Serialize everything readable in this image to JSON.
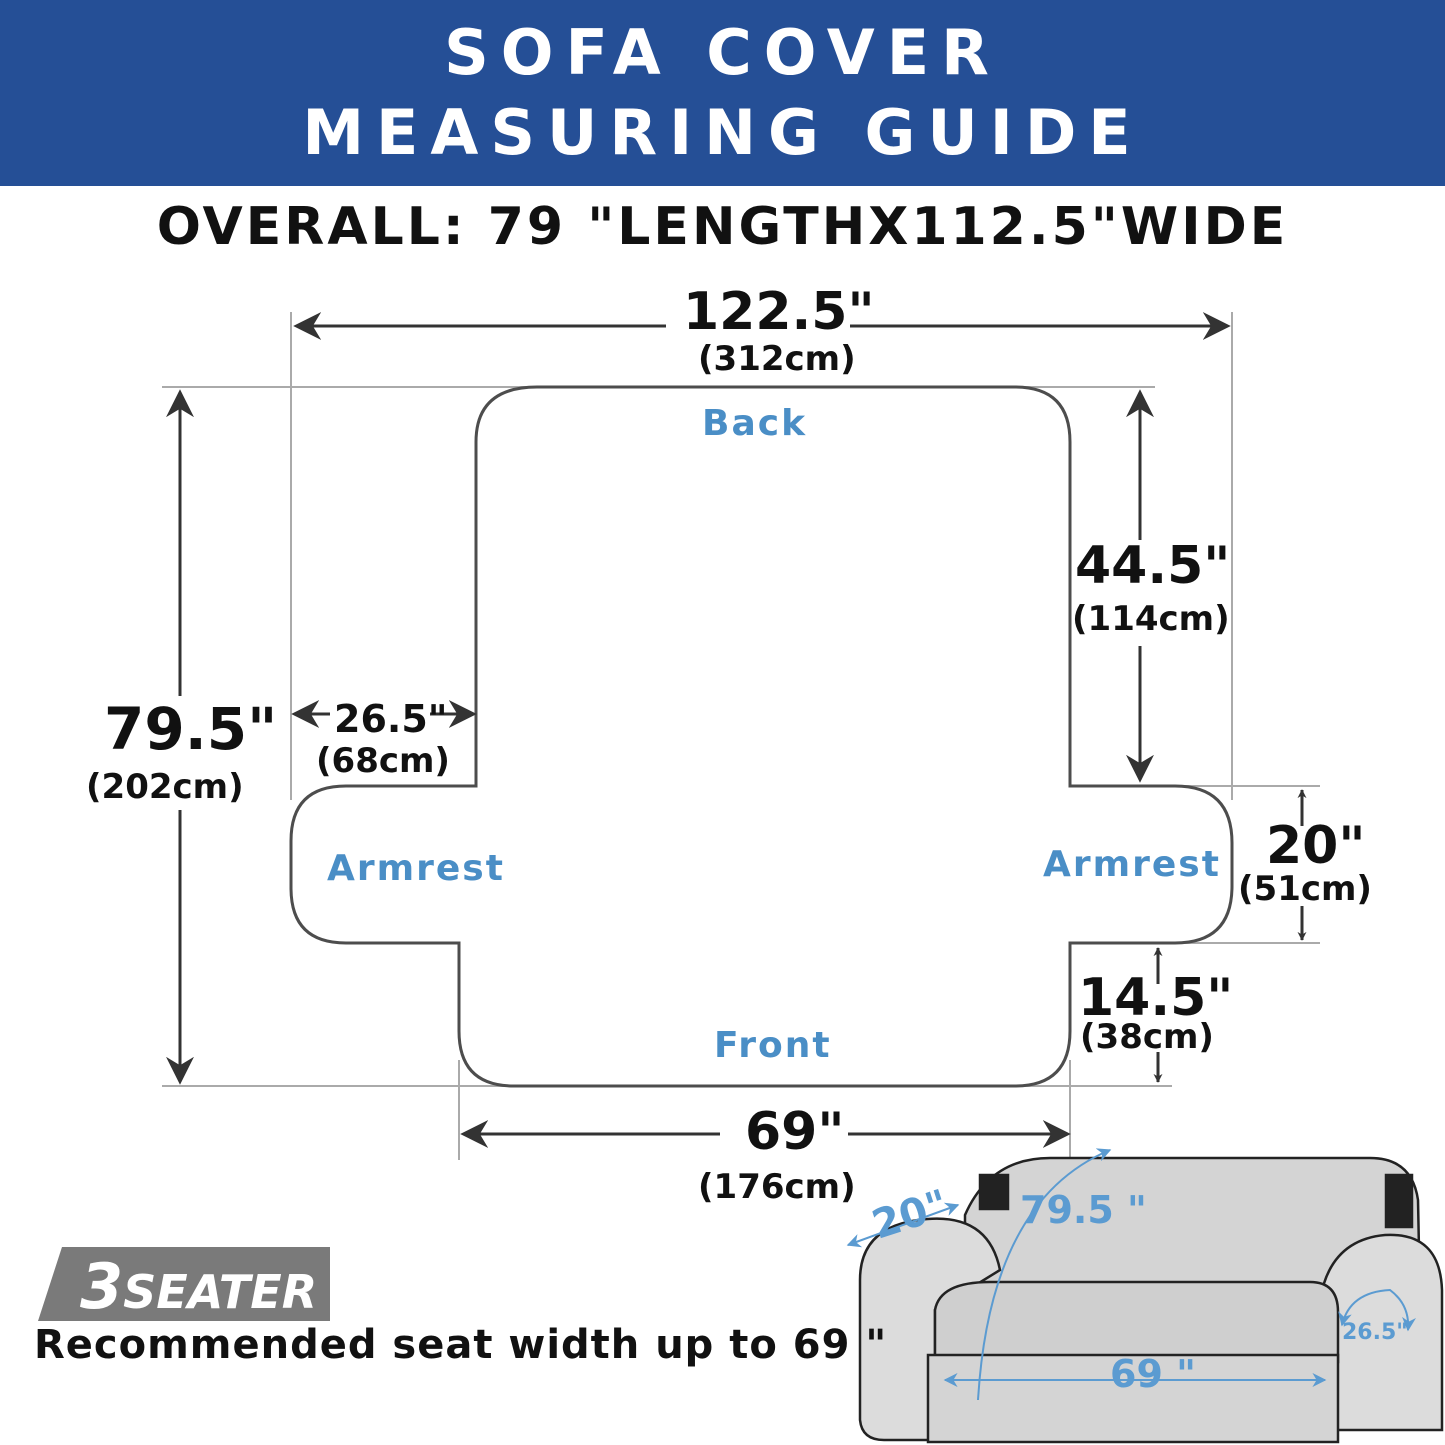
{
  "header": {
    "line1": "SOFA COVER",
    "line2": "MEASURING GUIDE",
    "background_color": "#254f96"
  },
  "overall": "OVERALL:  79 \"LENGTHX112.5\"WIDE",
  "diagram": {
    "regions": {
      "back": "Back",
      "front": "Front",
      "armrest_left": "Armrest",
      "armrest_right": "Armrest"
    },
    "dimensions": {
      "total_width": {
        "in": "122.5\"",
        "cm": "(312cm)"
      },
      "total_length": {
        "in": "79.5\"",
        "cm": "(202cm)"
      },
      "armrest_width": {
        "in": "26.5\"",
        "cm": "(68cm)"
      },
      "back_height": {
        "in": "44.5\"",
        "cm": "(114cm)"
      },
      "armrest_depth": {
        "in": "20\"",
        "cm": "(51cm)"
      },
      "front_drop": {
        "in": "14.5\"",
        "cm": "(38cm)"
      },
      "seat_width": {
        "in": "69\"",
        "cm": "(176cm)"
      }
    },
    "region_color": "#4a8ec6"
  },
  "badge": {
    "number": "3",
    "word": "SEATER",
    "color": "#7a7a7a"
  },
  "recommendation": "Recommended seat width up to 69 \"",
  "sofa_illustration": {
    "labels": {
      "arm_length": "20\"",
      "back_length": "79.5 \"",
      "arm_width": "26.5\"",
      "seat_width": "69 \""
    },
    "label_color": "#5b9bd1"
  }
}
